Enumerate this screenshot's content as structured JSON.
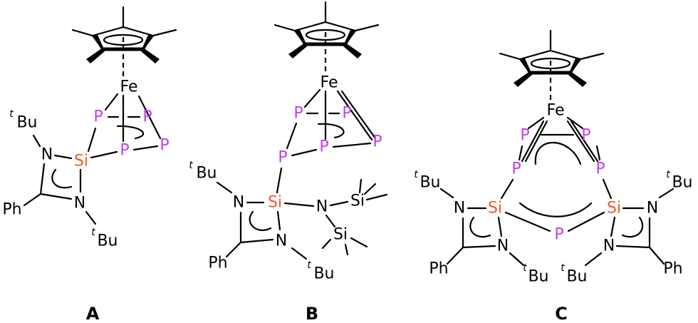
{
  "colors": {
    "phosphorus": "#c23ef0",
    "silicon": "#f4592a",
    "bond": "#000000"
  },
  "atoms": {
    "fe": "Fe",
    "p": "P",
    "si": "Si",
    "n": "N",
    "ph": "Ph",
    "tbu_prefix": "t",
    "tbu": "Bu"
  },
  "structures": [
    {
      "label": "A"
    },
    {
      "label": "B"
    },
    {
      "label": "C"
    }
  ]
}
